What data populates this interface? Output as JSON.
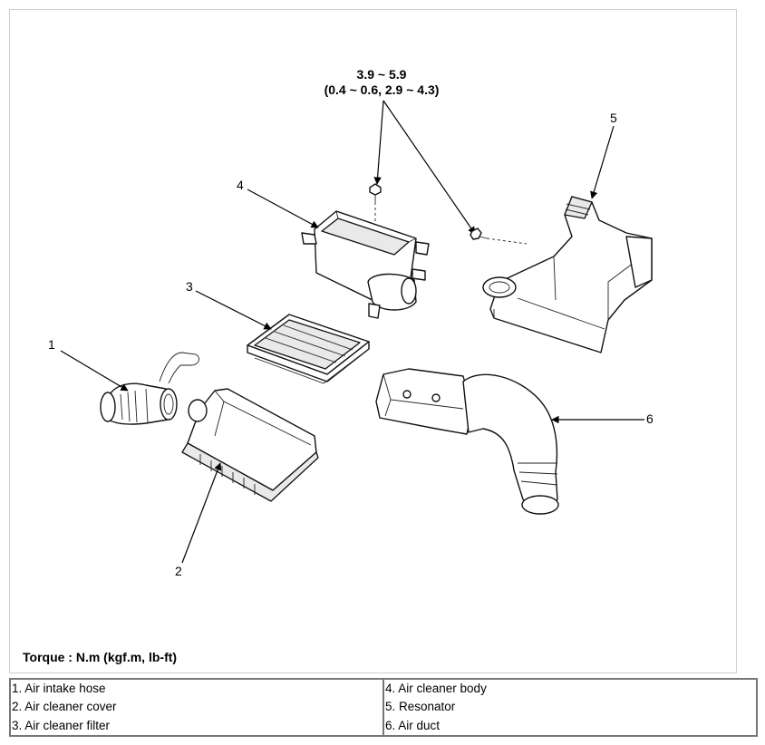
{
  "torque_spec": {
    "line1": "3.9 ~ 5.9",
    "line2": "(0.4 ~ 0.6, 2.9 ~ 4.3)"
  },
  "callouts": [
    "1",
    "2",
    "3",
    "4",
    "5",
    "6"
  ],
  "torque_note": "Torque : N.m (kgf.m, lb-ft)",
  "legend": {
    "left": [
      "1. Air intake hose",
      "2. Air cleaner cover",
      "3. Air cleaner filter"
    ],
    "right": [
      "4. Air cleaner body",
      "5. Resonator",
      "6. Air duct"
    ]
  }
}
